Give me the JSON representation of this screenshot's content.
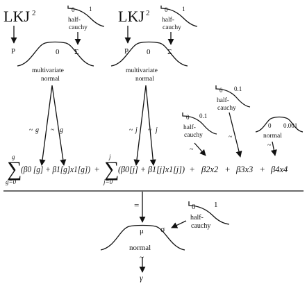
{
  "prior_left": {
    "lkj_label": "LKJ",
    "lkj_sup": "2",
    "halfcauchy_min": "0",
    "halfcauchy_max": "1",
    "halfcauchy_label_1": "half-",
    "halfcauchy_label_2": "cauchy",
    "mvn_left_param": "P",
    "mvn_center_param": "0",
    "mvn_right_param": "Σ",
    "mvn_label_1": "multivariate",
    "mvn_label_2": "normal",
    "tilde_left": "~",
    "index_left": "g",
    "tilde_right": "~",
    "index_right": "g"
  },
  "prior_mid": {
    "lkj_label": "LKJ",
    "lkj_sup": "2",
    "halfcauchy_min": "0",
    "halfcauchy_max": "1",
    "halfcauchy_label_1": "half-",
    "halfcauchy_label_2": "cauchy",
    "mvn_left_param": "P",
    "mvn_center_param": "0",
    "mvn_right_param": "Σ",
    "mvn_label_1": "multivariate",
    "mvn_label_2": "normal",
    "tilde_left": "~",
    "index_left": "j",
    "tilde_right": "~",
    "index_right": "j"
  },
  "prior_b2": {
    "min": "0",
    "max": "0.1",
    "label_1": "half-",
    "label_2": "cauchy",
    "tilde": "~"
  },
  "prior_b3": {
    "min": "0",
    "max": "0.1",
    "label_1": "half-",
    "label_2": "cauchy",
    "tilde": "~"
  },
  "prior_b4": {
    "min": "0",
    "max": "0.001",
    "label": "normal",
    "tilde": "~"
  },
  "equation": {
    "sum1_top": "g",
    "sum1_bottom": "g=0",
    "term1": "(β0 [g] + β1[g]x1[g])",
    "plus1": "+",
    "sum2_top": "j",
    "sum2_bottom": "j=0",
    "term2": "(β0[j] + β1[j]x1[j])",
    "plus2": "+",
    "term3": "β2x2",
    "plus3": "+",
    "term4": "β3x3",
    "plus4": "+",
    "term5": "β4x4"
  },
  "bottom": {
    "equals": "=",
    "mu_label": "μ",
    "sigma_label": "σ",
    "halfcauchy_min": "0",
    "halfcauchy_max": "1",
    "halfcauchy_label_1": "half-",
    "halfcauchy_label_2": "cauchy",
    "normal_label": "normal",
    "tilde": "~",
    "outcome": "γ"
  }
}
